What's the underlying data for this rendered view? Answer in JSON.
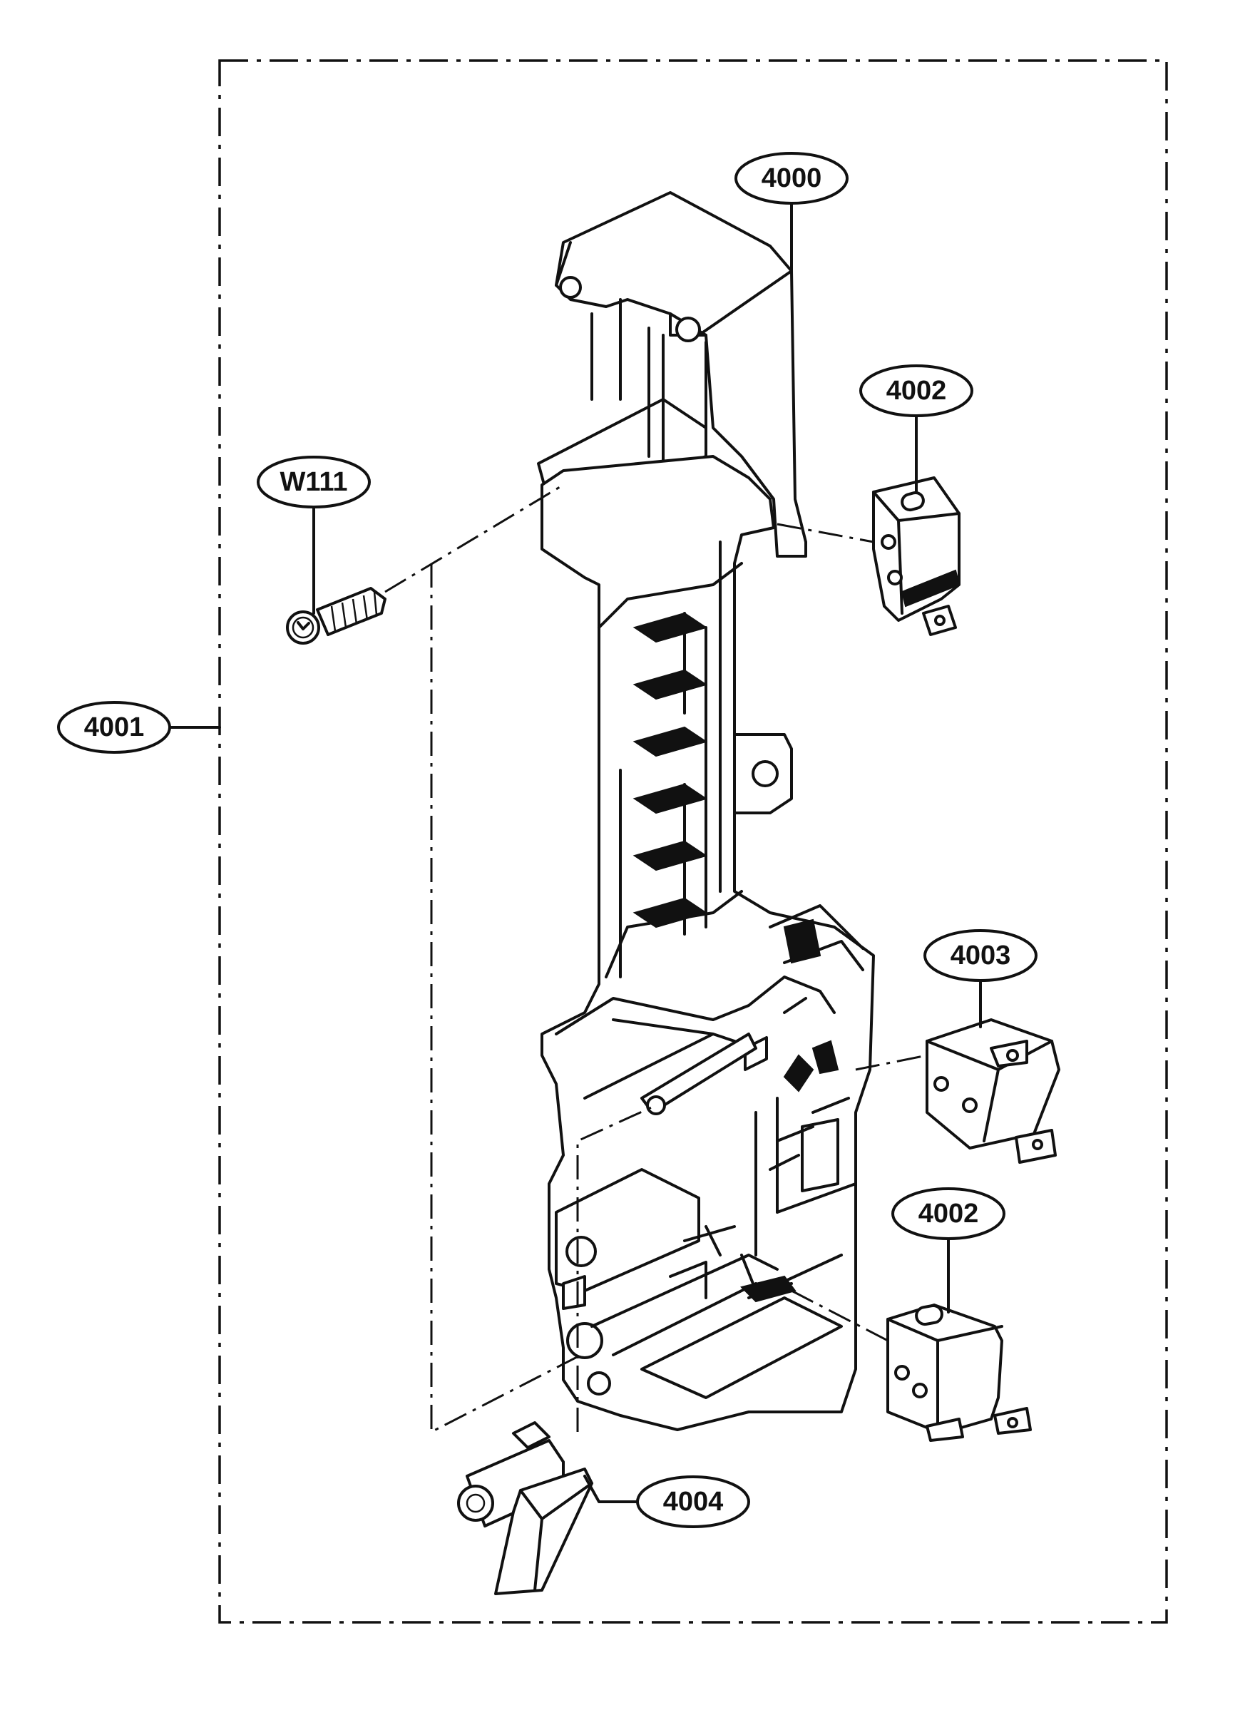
{
  "callouts": {
    "housing": "4000",
    "assembly": "4001",
    "switch_top": "4002",
    "switch_middle": "4003",
    "switch_bottom": "4002",
    "lever": "4004",
    "screw": "W111"
  }
}
